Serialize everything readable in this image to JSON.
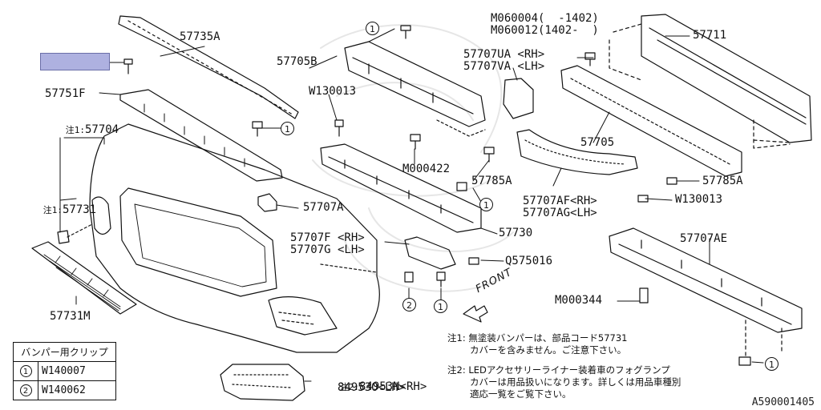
{
  "diagram_code": "A590001405",
  "highlight": {
    "color": "#aeb1e0"
  },
  "labels": {
    "p57735A": "57735A",
    "p57705B": "57705B",
    "p57751F": "57751F",
    "p57704": "57704",
    "p57704_note": "注1:",
    "p57731": "57731",
    "p57731_note": "注1:",
    "p57731M": "57731M",
    "pW130013_a": "W130013",
    "pM000422": "M000422",
    "p57785A_a": "57785A",
    "p57707A": "57707A",
    "p57730": "57730",
    "p57707F": "57707F <RH>",
    "p57707G": "57707G <LH>",
    "pQ575016": "Q575016",
    "pM060004": "M060004(  -1402)",
    "pM060012": "M060012(1402-  )",
    "p57707UA": "57707UA <RH>",
    "p57707VA": "57707VA <LH>",
    "p57711": "57711",
    "p57705": "57705",
    "p57785A_b": "57785A",
    "p57707AF": "57707AF<RH>",
    "p57707AG": "57707AG<LH>",
    "pW130013_b": "W130013",
    "p57707AE": "57707AE",
    "pM000344": "M000344",
    "p84953N": "84953N<RH>",
    "p84953O": "84953O<LH>",
    "p84953_note": "注2:",
    "front": "FRONT"
  },
  "callouts": {
    "one": "1",
    "two": "2"
  },
  "notes": {
    "note1_line1": "注1: 無塗装バンパーは、部品コード57731",
    "note1_line2": "カバーを含みません。ご注意下さい。",
    "note2_line1": "注2: LEDアクセサリーライナー装着車のフォグランプ",
    "note2_line2": "カバーは用品扱いになります。詳しくは用品車種別",
    "note2_line3": "適応一覧をご覧下さい。"
  },
  "clip_table": {
    "header": "バンパー用クリップ",
    "rows": [
      {
        "symbol": "1",
        "code": "W140007"
      },
      {
        "symbol": "2",
        "code": "W140062"
      }
    ]
  }
}
